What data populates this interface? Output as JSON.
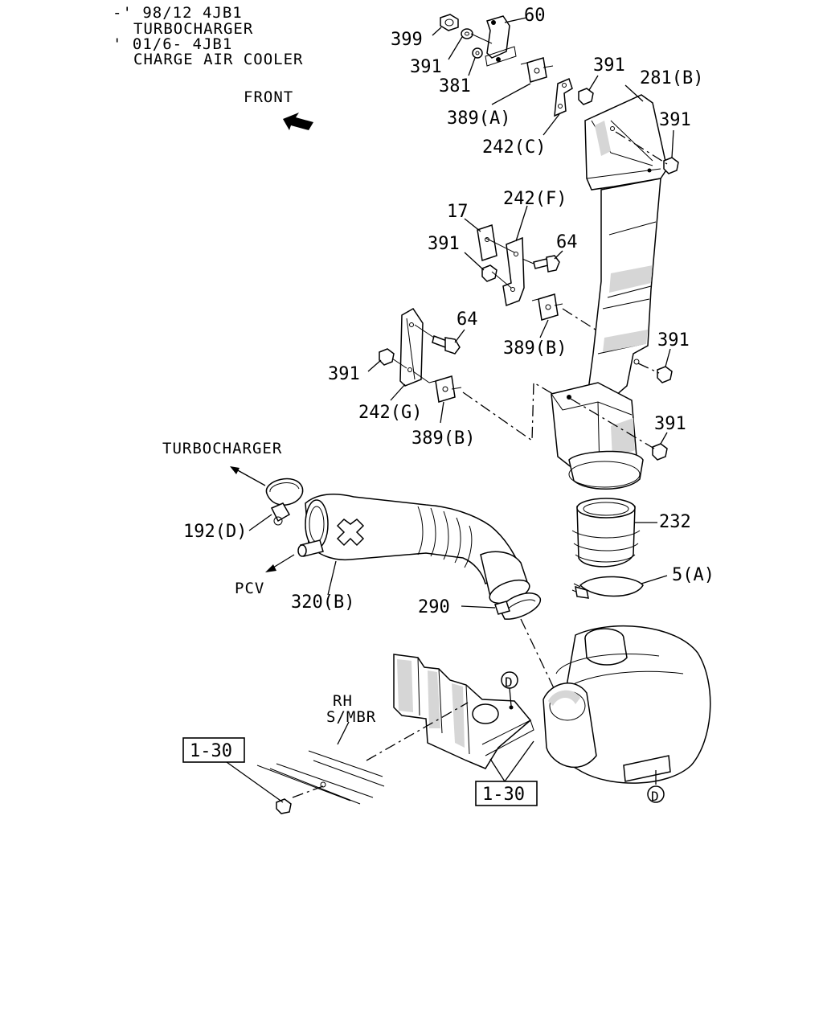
{
  "notes": {
    "line1": "-' 98/12 4JB1",
    "line2": "TURBOCHARGER",
    "line3": "' 01/6- 4JB1",
    "line4": "CHARGE AIR COOLER"
  },
  "directions": {
    "front": "FRONT",
    "turbocharger": "TURBOCHARGER",
    "pcv": "PCV",
    "rh": "RH",
    "smbr": "S/MBR"
  },
  "callouts": {
    "c399": "399",
    "c60": "60",
    "c391_a": "391",
    "c381": "381",
    "c391_b": "391",
    "c281b": "281(B)",
    "c389a": "389(A)",
    "c391_c": "391",
    "c242c": "242(C)",
    "c17": "17",
    "c242f": "242(F)",
    "c391_d": "391",
    "c64_a": "64",
    "c64_b": "64",
    "c389b_a": "389(B)",
    "c391_e": "391",
    "c391_f": "391",
    "c242g": "242(G)",
    "c389b_b": "389(B)",
    "c391_g": "391",
    "c232": "232",
    "c192d": "192(D)",
    "c5a": "5(A)",
    "c320b": "320(B)",
    "c290": "290",
    "ref_d1": "D",
    "ref_d2": "D"
  },
  "references": {
    "ref1": "1-30",
    "ref2": "1-30"
  }
}
